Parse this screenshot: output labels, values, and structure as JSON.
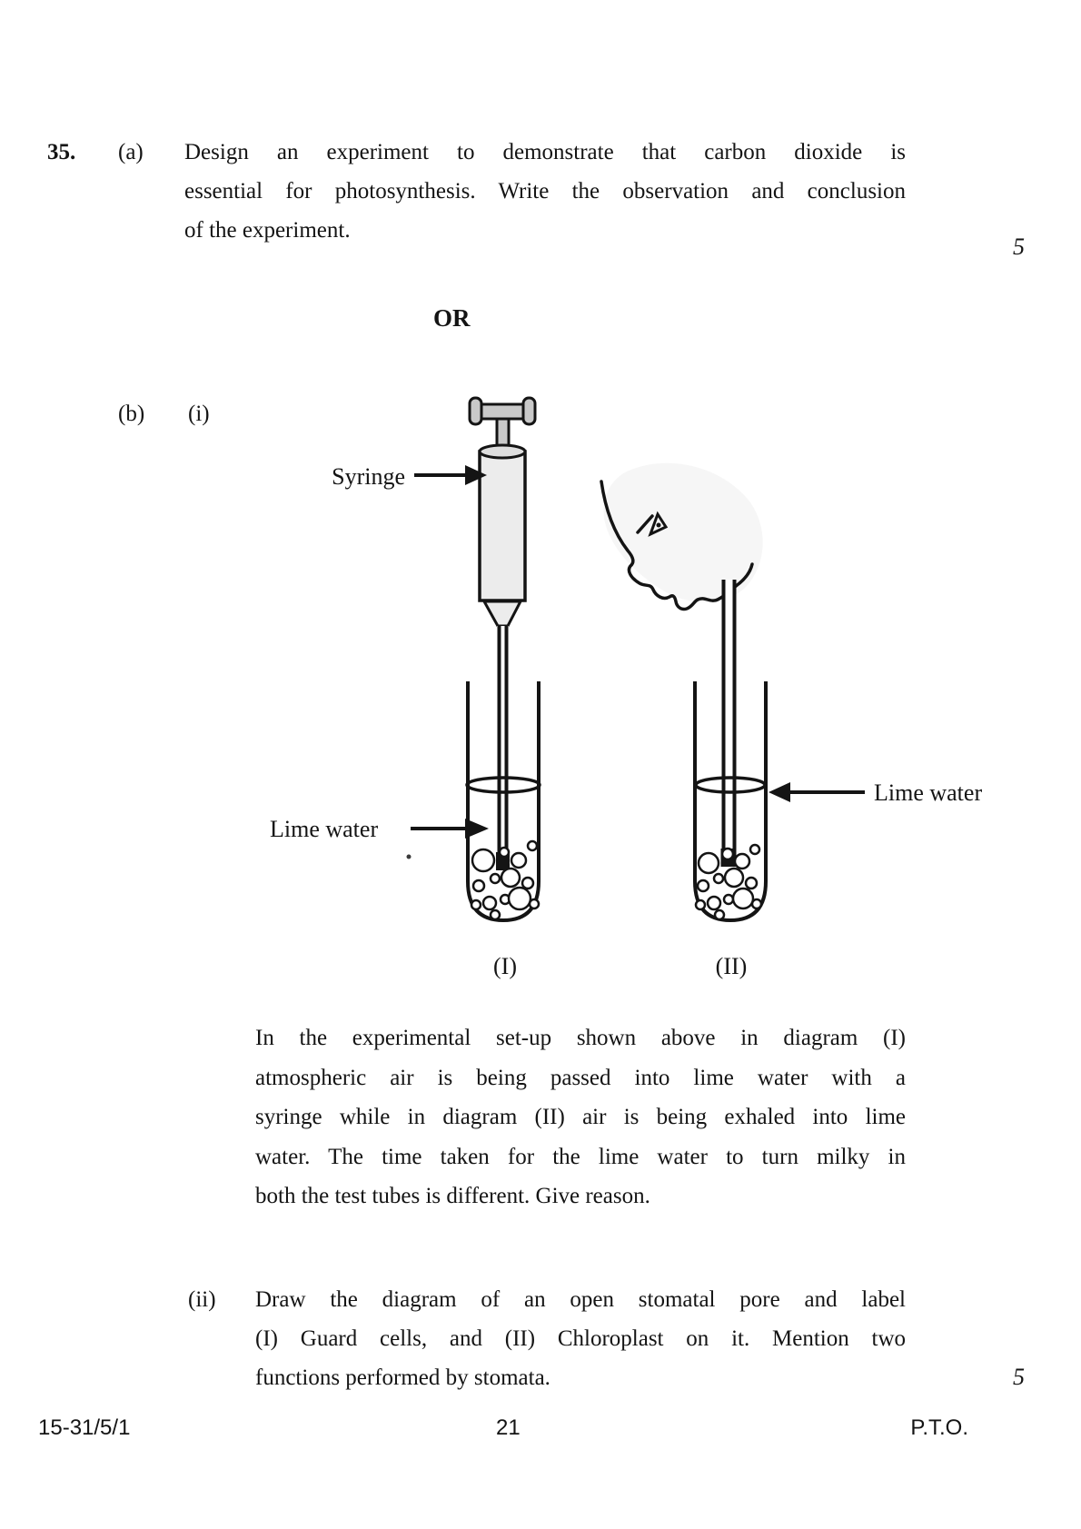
{
  "question": {
    "number": "35.",
    "marks_a": "5",
    "marks_ii": "5"
  },
  "part_a": {
    "label": "(a)",
    "lines": [
      "Design an experiment to demonstrate that carbon dioxide is",
      "essential for photosynthesis. Write the observation and conclusion",
      "of the experiment."
    ]
  },
  "or_label": "OR",
  "part_b": {
    "label": "(b)",
    "i_label": "(i)",
    "i_lines": [
      "In the experimental set-up shown above in diagram (I)",
      "atmospheric air is being passed into lime water with a",
      "syringe while in diagram (II) air is being exhaled into lime",
      "water. The time taken for the lime water to turn milky in",
      "both the test tubes is different. Give reason."
    ],
    "ii_label": "(ii)",
    "ii_lines": [
      "Draw the diagram of an open stomatal pore and label",
      "(I) Guard cells, and (II) Chloroplast on it. Mention two",
      "functions performed by stomata."
    ]
  },
  "diagram": {
    "syringe_label": "Syringe",
    "lime_water_left": "Lime water",
    "lime_water_right": "Lime water",
    "caption_left": "(I)",
    "caption_right": "(II)"
  },
  "footer": {
    "code": "15-31/5/1",
    "page": "21",
    "pto": "P.T.O."
  }
}
